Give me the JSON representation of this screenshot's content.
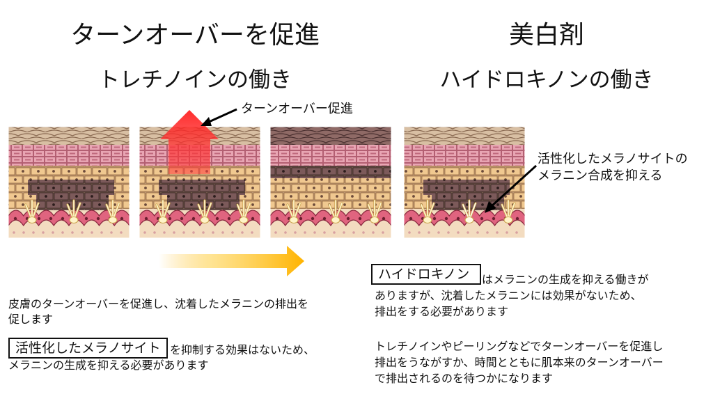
{
  "left": {
    "title": "ターンオーバーを促進",
    "subtitle": "トレチノインの働き",
    "callout": "ターンオーバー促進",
    "body_line1": "皮膚のターンオーバーを促進し、沈着したメラニンの排出を",
    "body_line2": "促します",
    "keyword": "活性化したメラノサイト",
    "keyword_tail": "を抑制する効果はないため、",
    "note_line2": "メラニンの生成を抑える必要があります"
  },
  "right": {
    "title": "美白剤",
    "subtitle": "ハイドロキノンの働き",
    "callout_line1": "活性化したメラノサイトの",
    "callout_line2": "メラニン合成を抑える",
    "keyword": "ハイドロキノン",
    "keyword_tail": "はメラニンの生成を抑える働きが",
    "p1_line2": "ありますが、沈着したメラニンには効果がないため、",
    "p1_line3": "排出をする必要があります",
    "p2_line1": "トレチノインやピーリングなどでターンオーバーを促進し",
    "p2_line2": "排出をうながすか、時間とともに肌本来のターンオーバー",
    "p2_line3": "で排出されるのを待つかになります"
  },
  "colors": {
    "stratum_corneum": "#c9a98a",
    "granular_pink": "#e8a5b3",
    "spinous_tan": "#f0c890",
    "melanin_dark": "#7c5a5a",
    "basal_pink": "#e0647f",
    "dermis": "#f3dcc0",
    "melanocyte": "#fff3c8",
    "turnover_arrow": "#ff3b3b",
    "progress_arrow": "#ffb300"
  }
}
